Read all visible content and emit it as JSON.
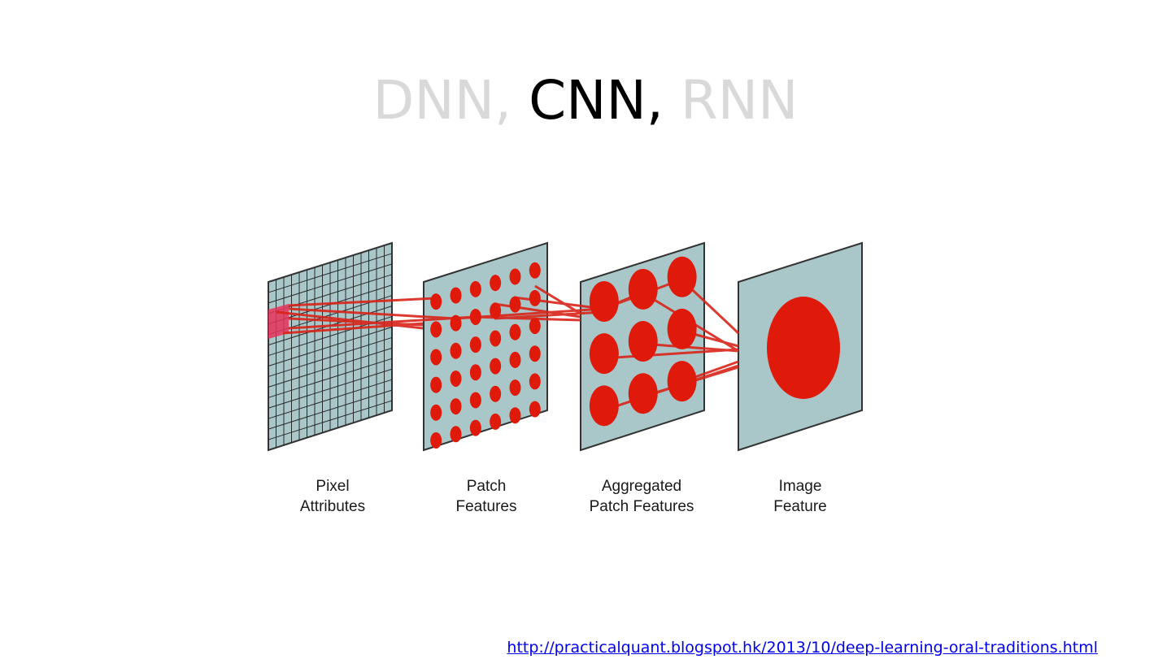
{
  "title": {
    "part1": "DNN, ",
    "part2": "CNN,",
    "part3": " RNN"
  },
  "layers": [
    {
      "line1": "Pixel",
      "line2": "Attributes"
    },
    {
      "line1": "Patch",
      "line2": "Features"
    },
    {
      "line1": "Aggregated",
      "line2": "Patch Features"
    },
    {
      "line1": "Image",
      "line2": "Feature"
    }
  ],
  "colors": {
    "panel_fill": "#a9c7c8",
    "panel_stroke": "#333333",
    "feature_red": "#e01a0a",
    "title_dim": "#d9d9d9",
    "title_active": "#000000",
    "link": "#0000ee"
  },
  "source": {
    "url_text": "http://practicalquant.blogspot.hk/2013/10/deep-learning-oral-traditions.html"
  }
}
